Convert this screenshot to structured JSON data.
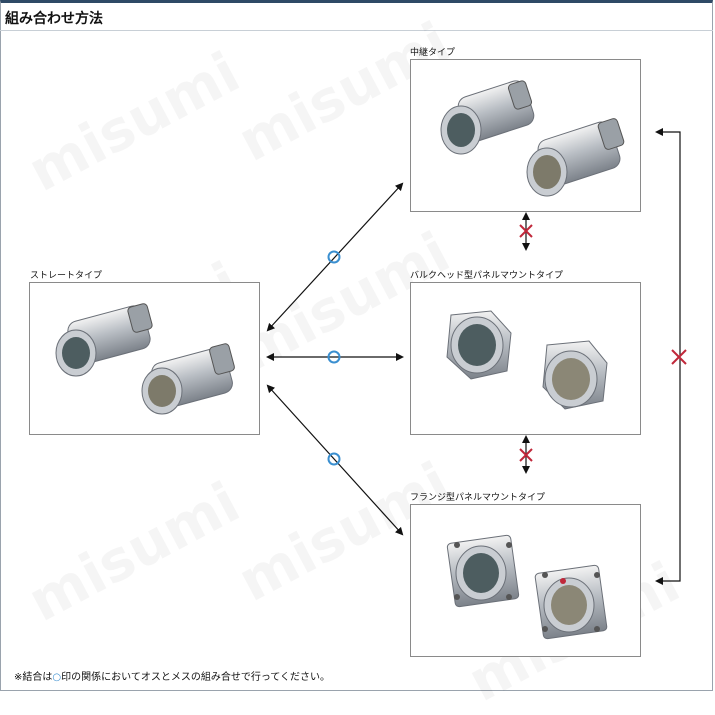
{
  "title": "組み合わせ方法",
  "watermark_text": "misumi",
  "captions": {
    "relay": "中継タイプ",
    "straight": "ストレートタイプ",
    "bulkhead": "バルクヘッド型パネルマウントタイプ",
    "flange": "フランジ型パネルマウントタイプ"
  },
  "footnote": {
    "prefix": "※結合は",
    "ring": "○",
    "suffix": "印の関係においてオスとメスの組み合せで行ってください。"
  },
  "colors": {
    "compatible_ring": "#3a8fd0",
    "incompatible_cross": "#c0283a",
    "arrow": "#111111"
  },
  "relations": [
    {
      "from": "straight",
      "to": "relay",
      "mark": "compatible"
    },
    {
      "from": "straight",
      "to": "bulkhead",
      "mark": "compatible"
    },
    {
      "from": "straight",
      "to": "flange",
      "mark": "compatible"
    },
    {
      "from": "relay",
      "to": "bulkhead",
      "mark": "incompatible"
    },
    {
      "from": "bulkhead",
      "to": "flange",
      "mark": "incompatible"
    },
    {
      "from": "relay",
      "to": "flange",
      "mark": "incompatible"
    }
  ]
}
